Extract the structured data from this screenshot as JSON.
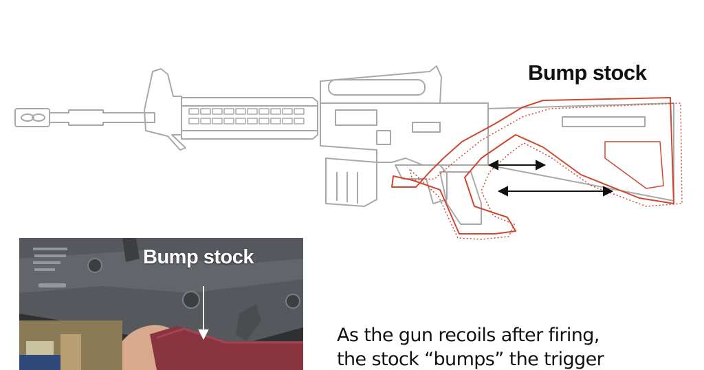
{
  "diagram": {
    "title": "Bump stock",
    "colors": {
      "outline": "#a8a8a8",
      "accent": "#d0462e",
      "arrow": "#111111"
    },
    "icons": [
      "rifle-outline",
      "bump-stock-outline",
      "double-arrow-short",
      "double-arrow-long"
    ]
  },
  "photo": {
    "label": "Bump stock",
    "icon": "down-arrow"
  },
  "caption": {
    "line1": "As the gun recoils after firing,",
    "line2": "the stock “bumps” the trigger"
  }
}
